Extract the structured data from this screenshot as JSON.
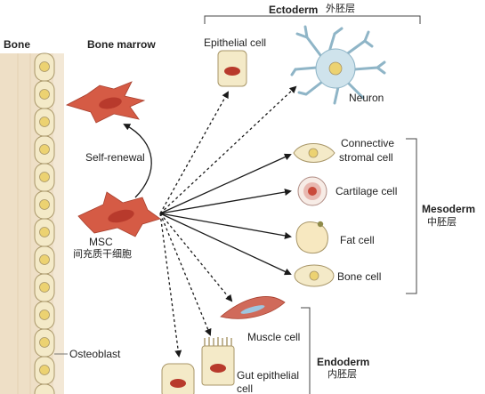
{
  "labels": {
    "bone": "Bone",
    "bone_marrow": "Bone marrow",
    "self_renewal": "Self-renewal",
    "msc": "MSC",
    "msc_cn": "间充质干细胞",
    "osteoblast": "Osteoblast",
    "ectoderm": "Ectoderm",
    "ectoderm_cn": "外胚层",
    "epithelial_cell": "Epithelial cell",
    "neuron": "Neuron",
    "connective_line1": "Connective",
    "connective_line2": "stromal cell",
    "cartilage_cell": "Cartilage cell",
    "fat_cell": "Fat cell",
    "bone_cell": "Bone cell",
    "mesoderm": "Mesoderm",
    "mesoderm_cn": "中胚层",
    "muscle_cell": "Muscle cell",
    "gut_line1": "Gut epithelial",
    "gut_line2": "cell",
    "endoderm": "Endoderm",
    "endoderm_cn": "内胚层"
  },
  "colors": {
    "bone_tissue": "#eedfc6",
    "cell_body": "#f4eac8",
    "cell_outline": "#a89668",
    "nucleus": "#ecd271",
    "msc_red": "#d55b45",
    "msc_nucleus": "#b83a2c",
    "neuron": "#cfe3ec",
    "cartilage_ring": "#e8b8b0",
    "muscle": "#d06a5a",
    "muscle_nucleus": "#9ec6e0",
    "arrow": "#1a1a1a"
  }
}
